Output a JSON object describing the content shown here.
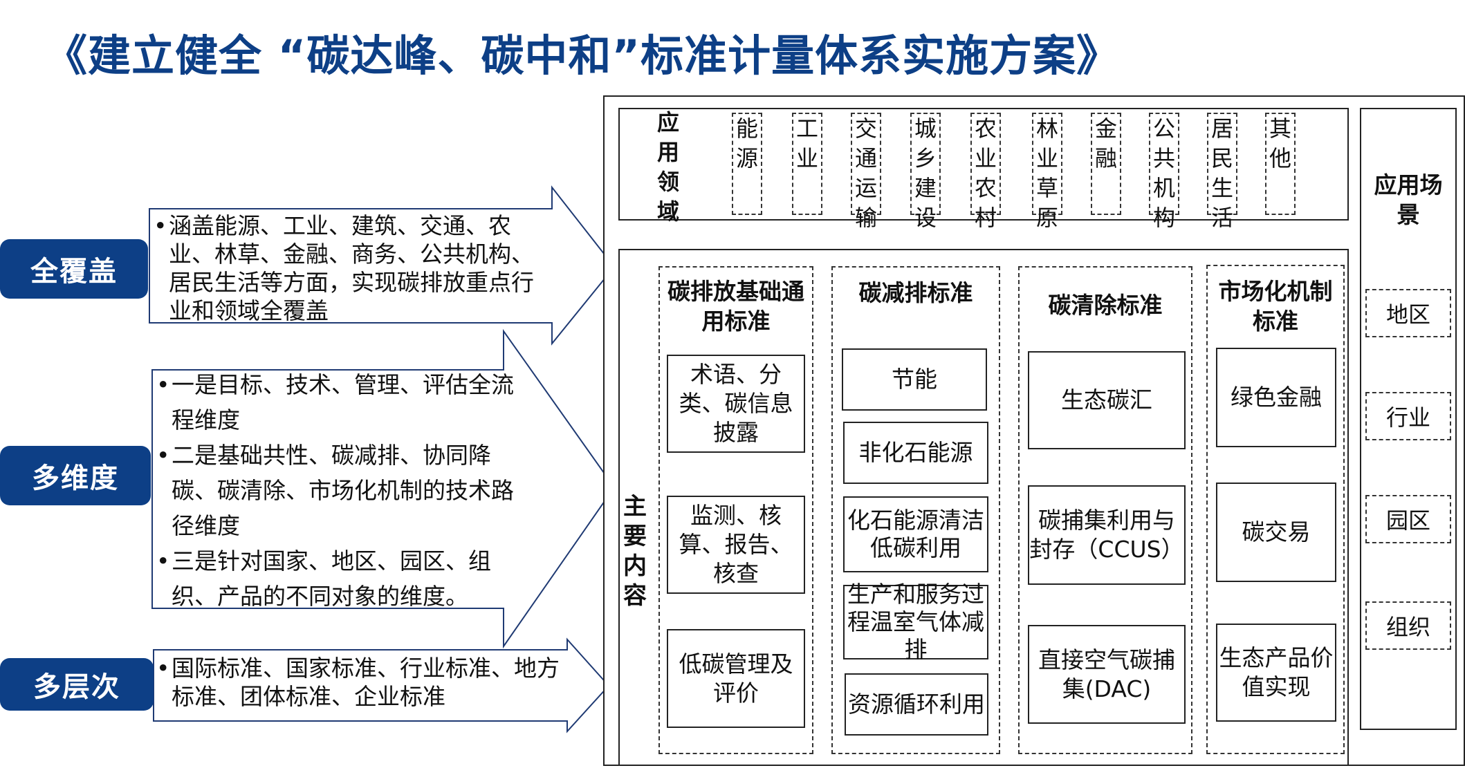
{
  "title": "《建立健全 “碳达峰、碳中和”标准计量体系实施方案》",
  "left_labels": [
    "全覆盖",
    "多维度",
    "多层次"
  ],
  "cover_text": "涵盖能源、工业、建筑、交通、农业、林草、金融、商务、公共机构、居民生活等方面，实现碳排放重点行业和领域全覆盖",
  "dimension_items": [
    "一是目标、技术、管理、评估全流程维度",
    "二是基础共性、碳减排、协同降碳、碳清除、市场化机制的技术路径维度",
    "三是针对国家、地区、园区、组织、产品的不同对象的维度。"
  ],
  "level_text": "国际标准、国家标准、行业标准、地方标准、团体标准、企业标准",
  "bullet_char": "•",
  "application_field_label": "应用领域",
  "fields": [
    "能源",
    "工业",
    "交通运输",
    "城乡建设",
    "农业农村",
    "林业草原",
    "金融",
    "公共机构",
    "居民生活",
    "其他"
  ],
  "main_content_label": "主要内容",
  "columns": [
    {
      "header": "碳排放基础通用标准",
      "items": [
        "术语、分类、碳信息披露",
        "监测、核算、报告、核查",
        "低碳管理及评价"
      ]
    },
    {
      "header": "碳减排标准",
      "items": [
        "节能",
        "非化石能源",
        "化石能源清洁低碳利用",
        "生产和服务过程温室气体减排",
        "资源循环利用"
      ]
    },
    {
      "header": "碳清除标准",
      "items": [
        "生态碳汇",
        "碳捕集利用与封存（CCUS）",
        "直接空气碳捕集(DAC)"
      ]
    },
    {
      "header": "市场化机制标准",
      "items": [
        "绿色金融",
        "碳交易",
        "生态产品价值实现"
      ]
    }
  ],
  "scene_label": "应用场景",
  "scenes": [
    "地区",
    "行业",
    "园区",
    "组织"
  ],
  "colors": {
    "brand_blue": "#0d3f86",
    "arrow_stroke": "#1f3a73"
  }
}
